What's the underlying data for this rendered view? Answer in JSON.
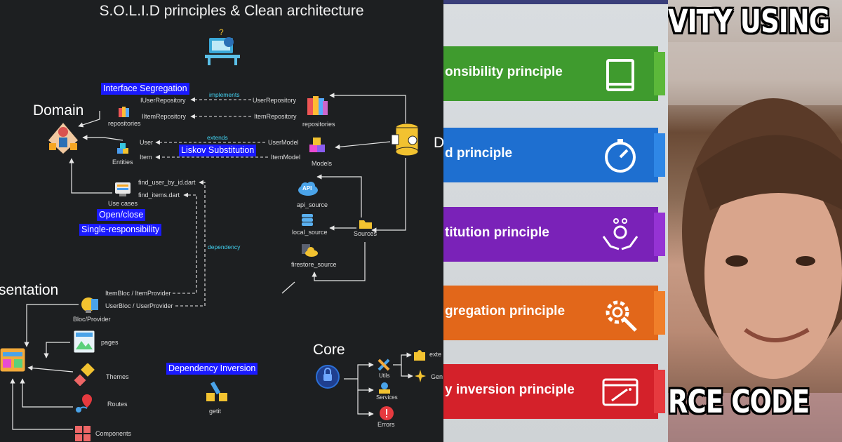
{
  "diagram": {
    "title": "S.O.L.I.D principles & Clean architecture",
    "sections": {
      "domain": "Domain",
      "presentation": "sentation",
      "core": "Core",
      "data": "D"
    },
    "principles": {
      "interface_segregation": "Interface Segregation",
      "liskov": "Liskov Substitution",
      "open_close": "Open/close",
      "single_responsibility": "Single-responsibility",
      "dependency_inversion": "Dependency Inversion"
    },
    "relations": {
      "implements": "implements",
      "extends": "extends",
      "dependency": "dependency"
    },
    "domain_items": {
      "repositories": "repositories",
      "entities": "Entities",
      "use_cases": "Use cases",
      "iuser_repository": "IUserRepository",
      "iitem_repository": "IItemRepository",
      "user": "User",
      "item": "Item",
      "find_user": "find_user_by_id.dart",
      "find_items": "find_items.dart"
    },
    "data_items": {
      "user_repository": "UserRepository",
      "item_repository": "ItemRepository",
      "repositories": "repositories",
      "user_model": "UserModel",
      "item_model": "ItemModel",
      "models": "Models",
      "api_source": "api_source",
      "local_source": "local_source",
      "firestore_source": "firestore_source",
      "sources": "Sources",
      "api_badge": "API"
    },
    "presentation_items": {
      "item_bloc": "ItemBloc / ItemProvider",
      "user_bloc": "UserBloc / UserProvider",
      "bloc_provider": "Bloc/Provider",
      "pages": "pages",
      "themes": "Themes",
      "routes": "Routes",
      "components": "Components",
      "getit": "getit"
    },
    "core_items": {
      "utils": "Utils",
      "services": "Services",
      "errors": "Errors",
      "exte": "exte",
      "gen": "Gen"
    }
  },
  "banners": [
    {
      "text": "onsibility principle",
      "color": "#3f9b2e",
      "tab": "#5cb83a",
      "icon": "book-icon"
    },
    {
      "text": "d principle",
      "color": "#1e6fd0",
      "tab": "#2f87e6",
      "icon": "gauge-icon"
    },
    {
      "text": "titution principle",
      "color": "#7a22b8",
      "tab": "#9533d4",
      "icon": "hands-coins-icon"
    },
    {
      "text": "gregation principle",
      "color": "#e2671a",
      "tab": "#f07f2a",
      "icon": "gear-wrench-icon"
    },
    {
      "text": "y inversion principle",
      "color": "#d4212a",
      "tab": "#e63a3f",
      "icon": "window-wand-icon"
    }
  ],
  "meme": {
    "top": "VITY USING",
    "bottom": "RCE CODE"
  }
}
